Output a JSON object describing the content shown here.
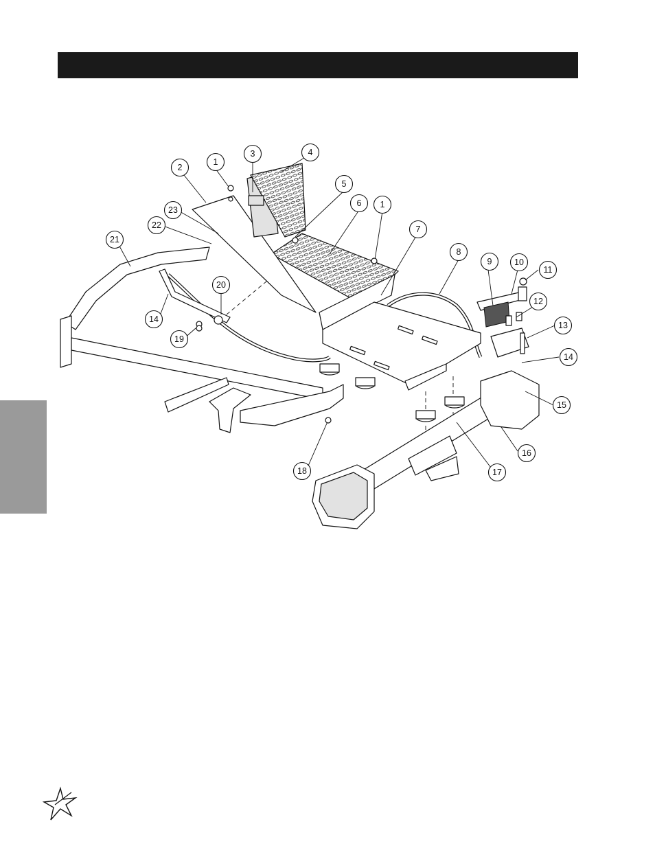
{
  "callouts": [
    {
      "label": "1"
    },
    {
      "label": "2"
    },
    {
      "label": "3"
    },
    {
      "label": "4"
    },
    {
      "label": "5"
    },
    {
      "label": "6"
    },
    {
      "label": "1"
    },
    {
      "label": "7"
    },
    {
      "label": "8"
    },
    {
      "label": "9"
    },
    {
      "label": "10"
    },
    {
      "label": "11"
    },
    {
      "label": "12"
    },
    {
      "label": "13"
    },
    {
      "label": "14"
    },
    {
      "label": "15"
    },
    {
      "label": "16"
    },
    {
      "label": "17"
    },
    {
      "label": "18"
    },
    {
      "label": "19"
    },
    {
      "label": "20"
    },
    {
      "label": "14"
    },
    {
      "label": "21"
    },
    {
      "label": "22"
    },
    {
      "label": "23"
    }
  ],
  "icons": {
    "logo": "star-logo-icon"
  }
}
